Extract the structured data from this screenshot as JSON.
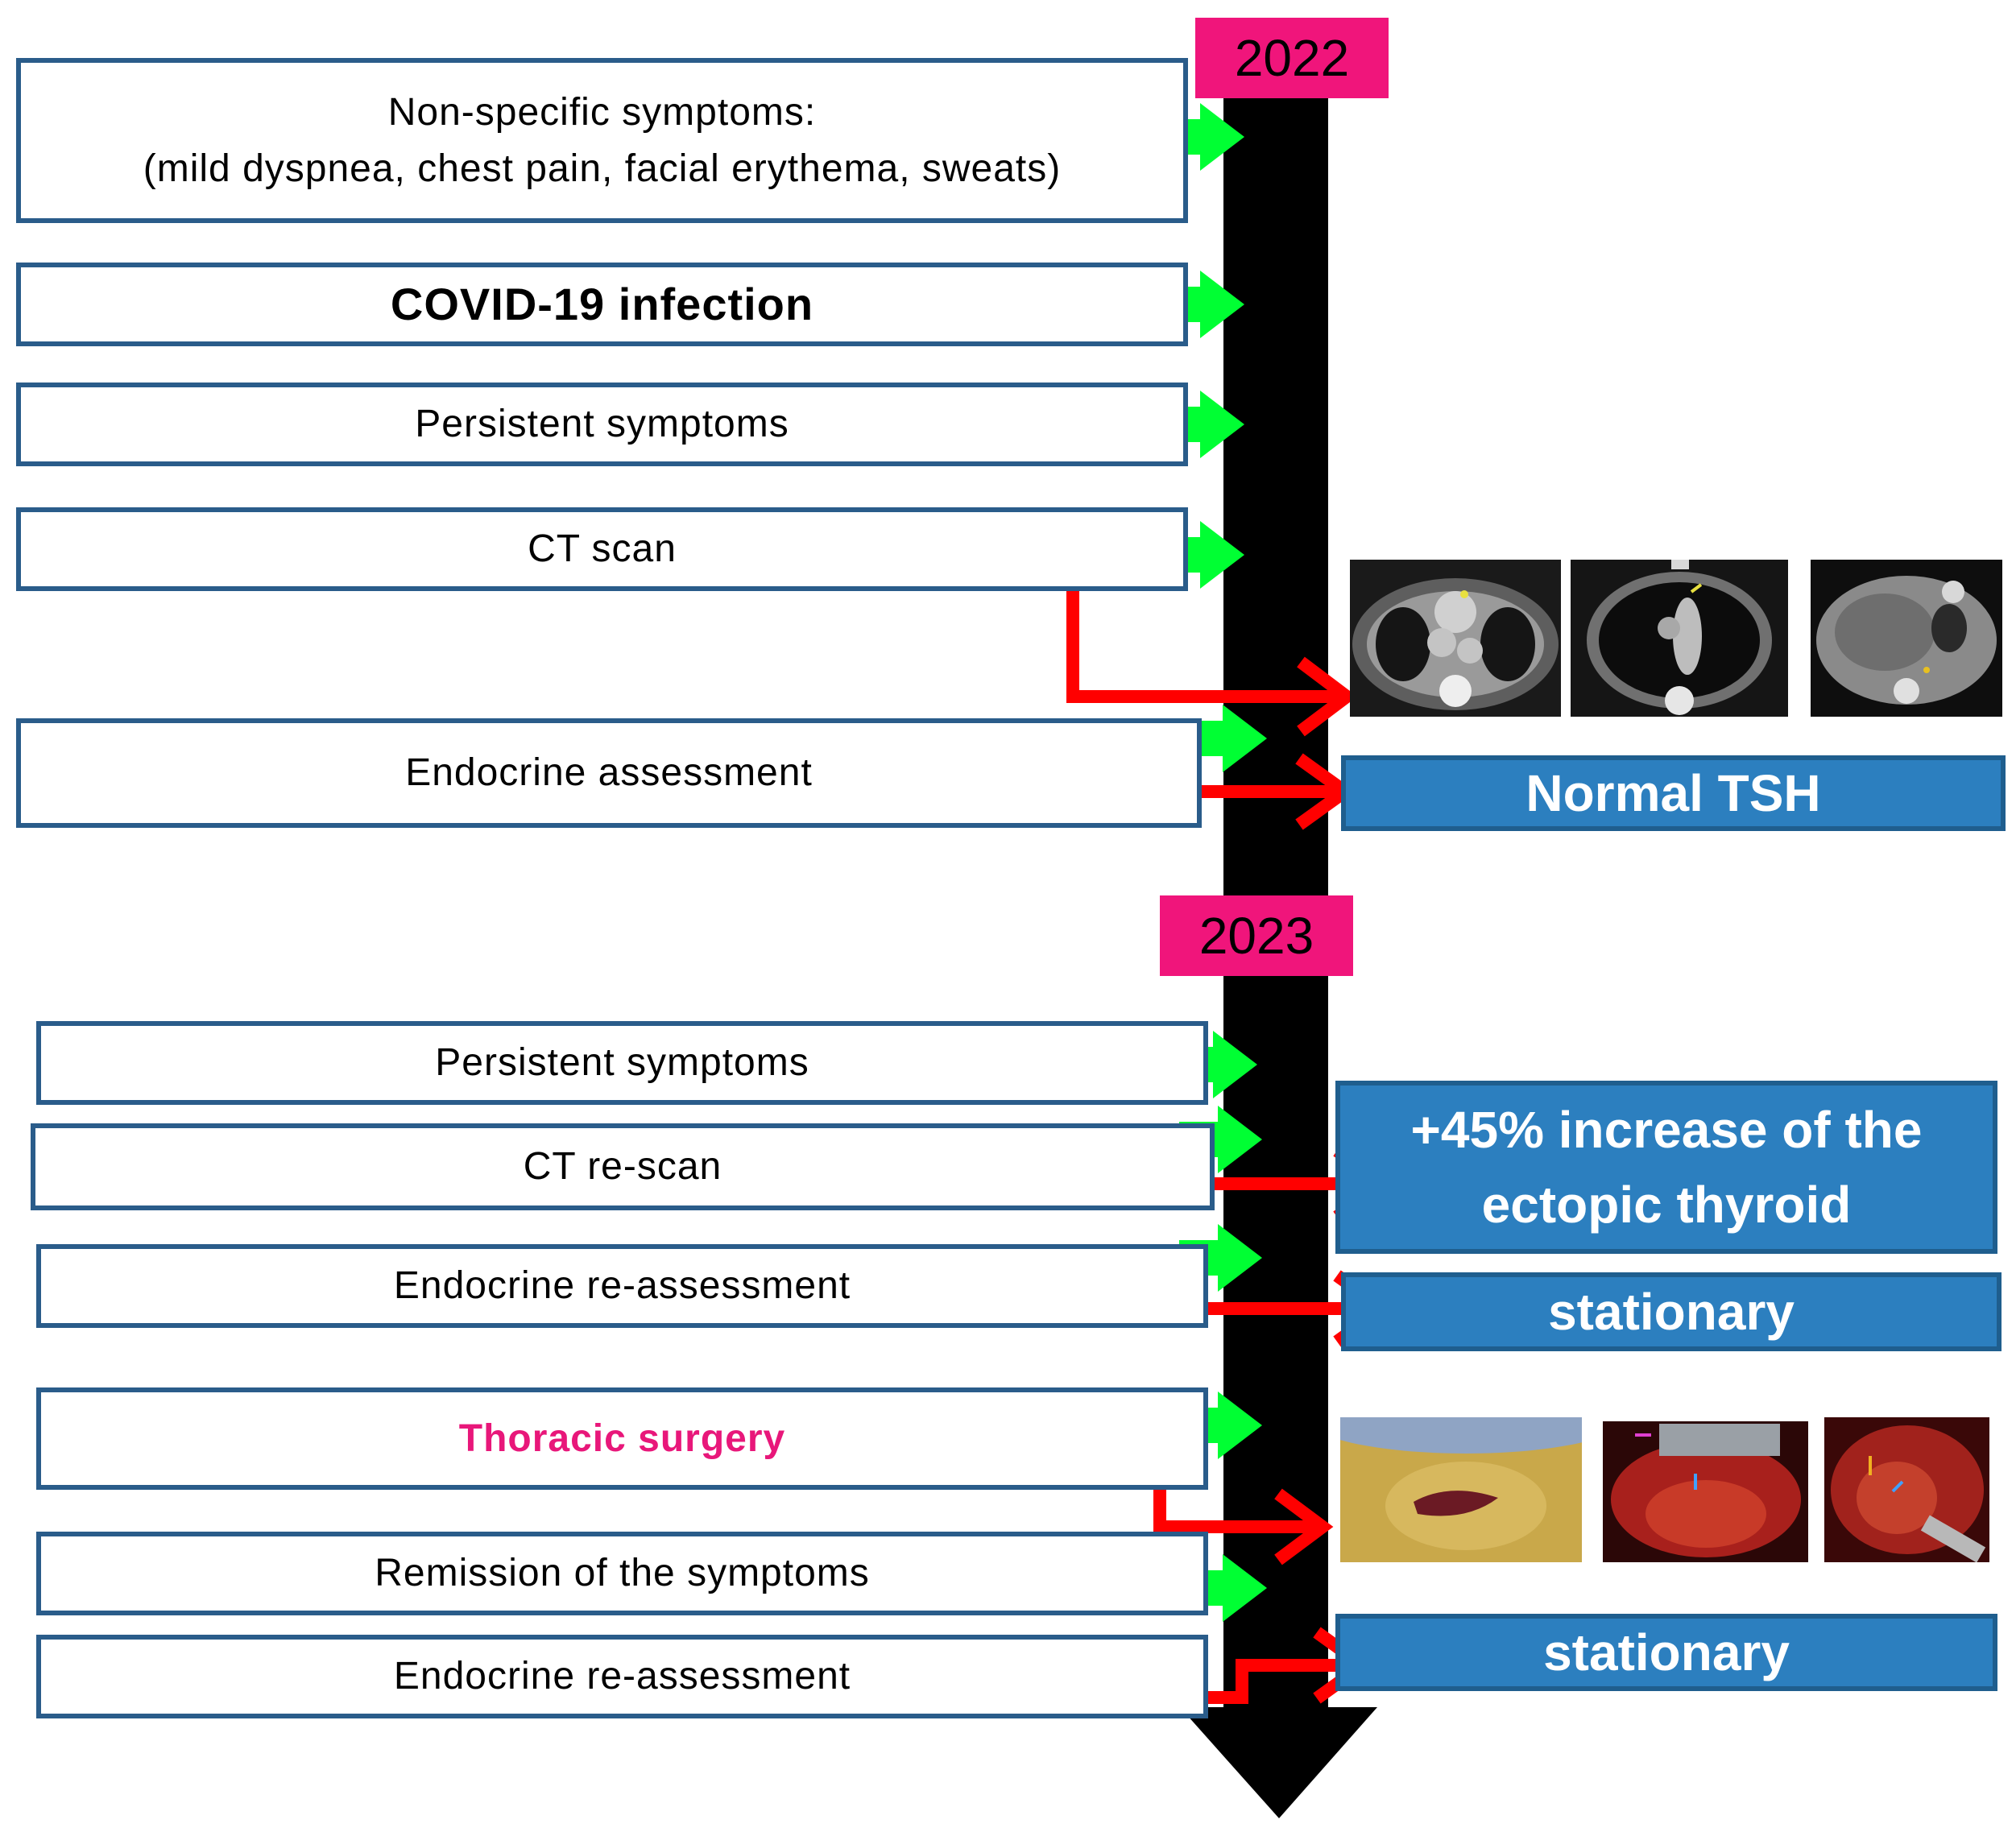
{
  "years": [
    "2022",
    "2023"
  ],
  "events_2022": [
    {
      "line1": "Non-specific symptoms:",
      "line2": "(mild dyspnea, chest pain, facial erythema, sweats)"
    },
    {
      "text": "COVID-19 infection"
    },
    {
      "text": "Persistent symptoms"
    },
    {
      "text": "CT scan"
    },
    {
      "text": "Endocrine assessment"
    }
  ],
  "events_2023": [
    {
      "text": "Persistent symptoms"
    },
    {
      "text": "CT re-scan"
    },
    {
      "text": "Endocrine re-assessment"
    },
    {
      "text": "Thoracic  surgery"
    },
    {
      "text": "Remission of the symptoms"
    },
    {
      "text": "Endocrine re-assessment"
    }
  ],
  "results": {
    "tsh": "Normal TSH",
    "increase_line1": "+45% increase of the",
    "increase_line2": "ectopic thyroid",
    "stationary_1": "stationary",
    "stationary_2": "stationary"
  },
  "colors": {
    "timeline": "#000000",
    "year_label_bg": "#f0157b",
    "event_border": "#2a5c8a",
    "result_box": "#2c7fbf",
    "green_arrow": "#00ff33",
    "red_arrow": "#ff0000",
    "surgery_text": "#e8177a"
  },
  "icons": {
    "ct_images": [
      "ct-scan-axial-thorax-1",
      "ct-scan-axial-thorax-2",
      "ct-scan-axial-abdomen"
    ],
    "surgery_images": [
      "surgical-incision-photo",
      "intraoperative-photo-1",
      "intraoperative-photo-2"
    ]
  }
}
